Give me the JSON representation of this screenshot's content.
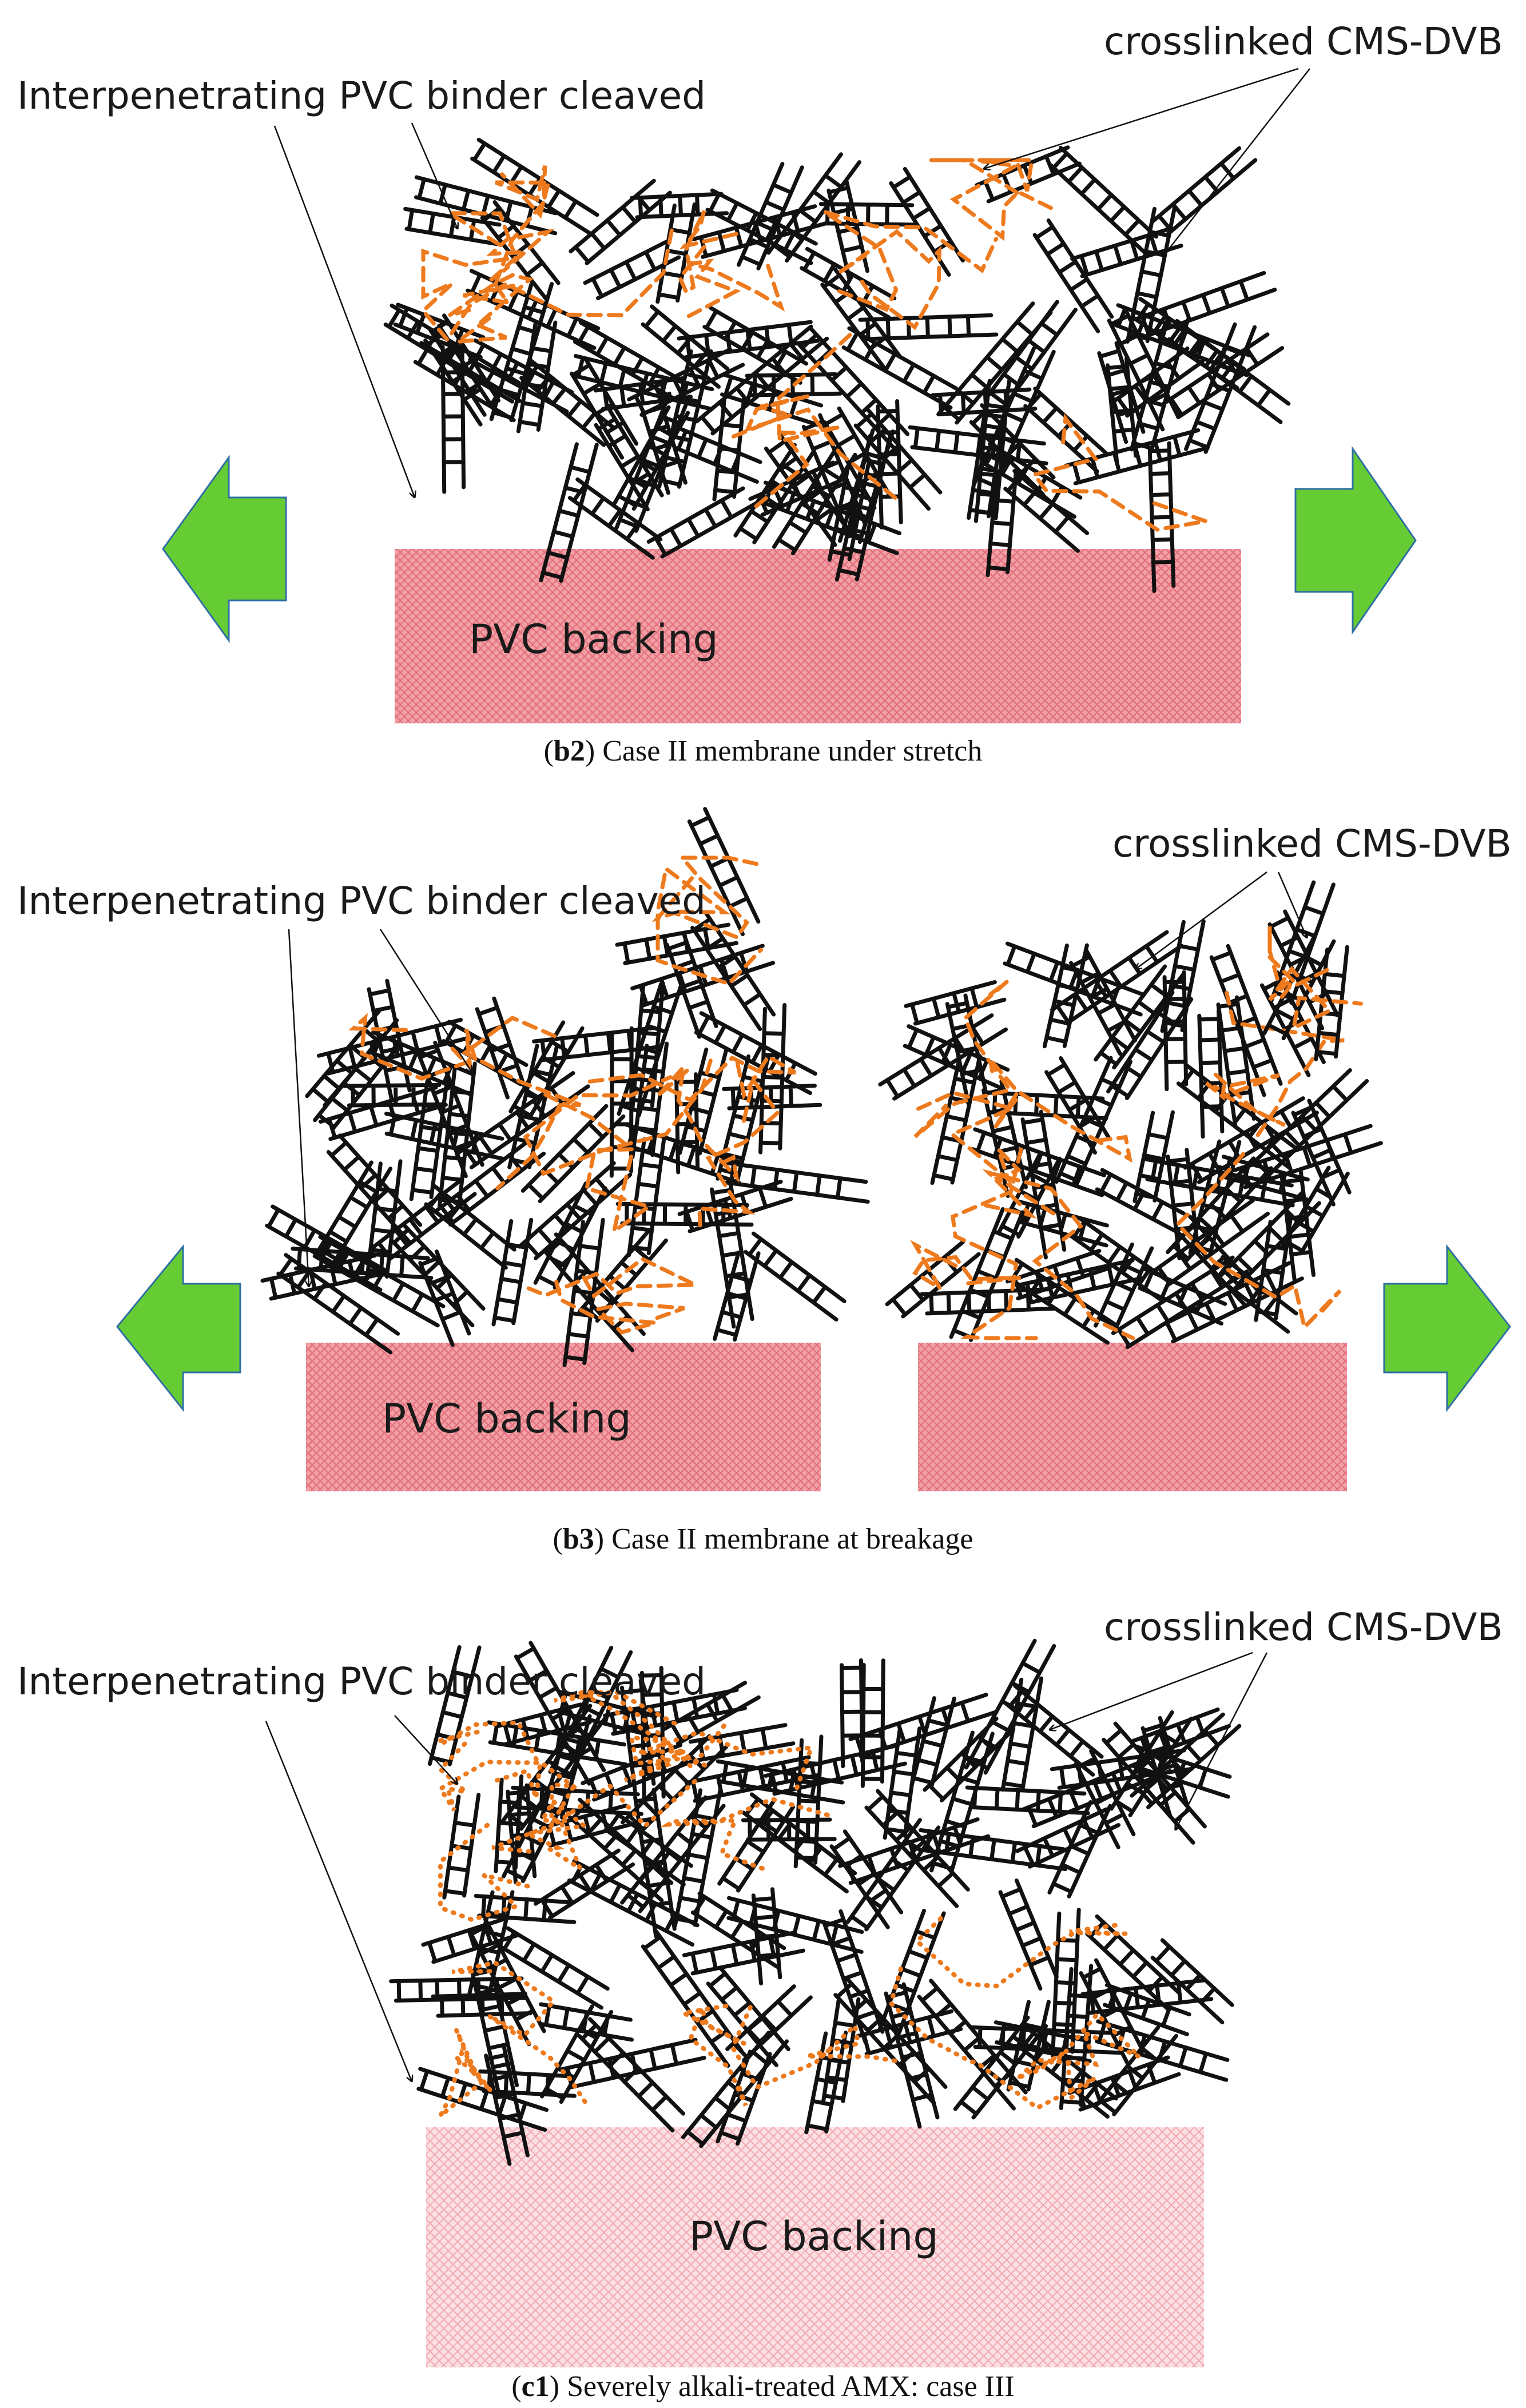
{
  "colors": {
    "backing": "#f2a0a6",
    "backing_hatch": "#e06c78",
    "backing_light": "#fbe0e3",
    "backing_light_hatch": "#f2a8b0",
    "arrow_fill": "#66cc33",
    "arrow_stroke": "#2e6fa3",
    "chain": "#ee7a1e",
    "network": "#111111"
  },
  "panels": [
    {
      "label_binder": "Interpenetrating PVC binder cleaved",
      "label_network": "crosslinked CMS-DVB",
      "backing_label": "PVC backing",
      "caption_tag": "b2",
      "caption_text": "Case II membrane under stretch"
    },
    {
      "label_binder": "Interpenetrating PVC binder cleaved",
      "label_network": "crosslinked CMS-DVB",
      "backing_label_left": "PVC backing",
      "caption_tag": "b3",
      "caption_text": "Case II membrane at breakage"
    },
    {
      "label_binder": "Interpenetrating PVC binder cleaved",
      "label_network": "crosslinked CMS-DVB",
      "backing_label": "PVC backing",
      "caption_tag": "c1",
      "caption_text": "Severely alkali-treated AMX: case III"
    }
  ]
}
